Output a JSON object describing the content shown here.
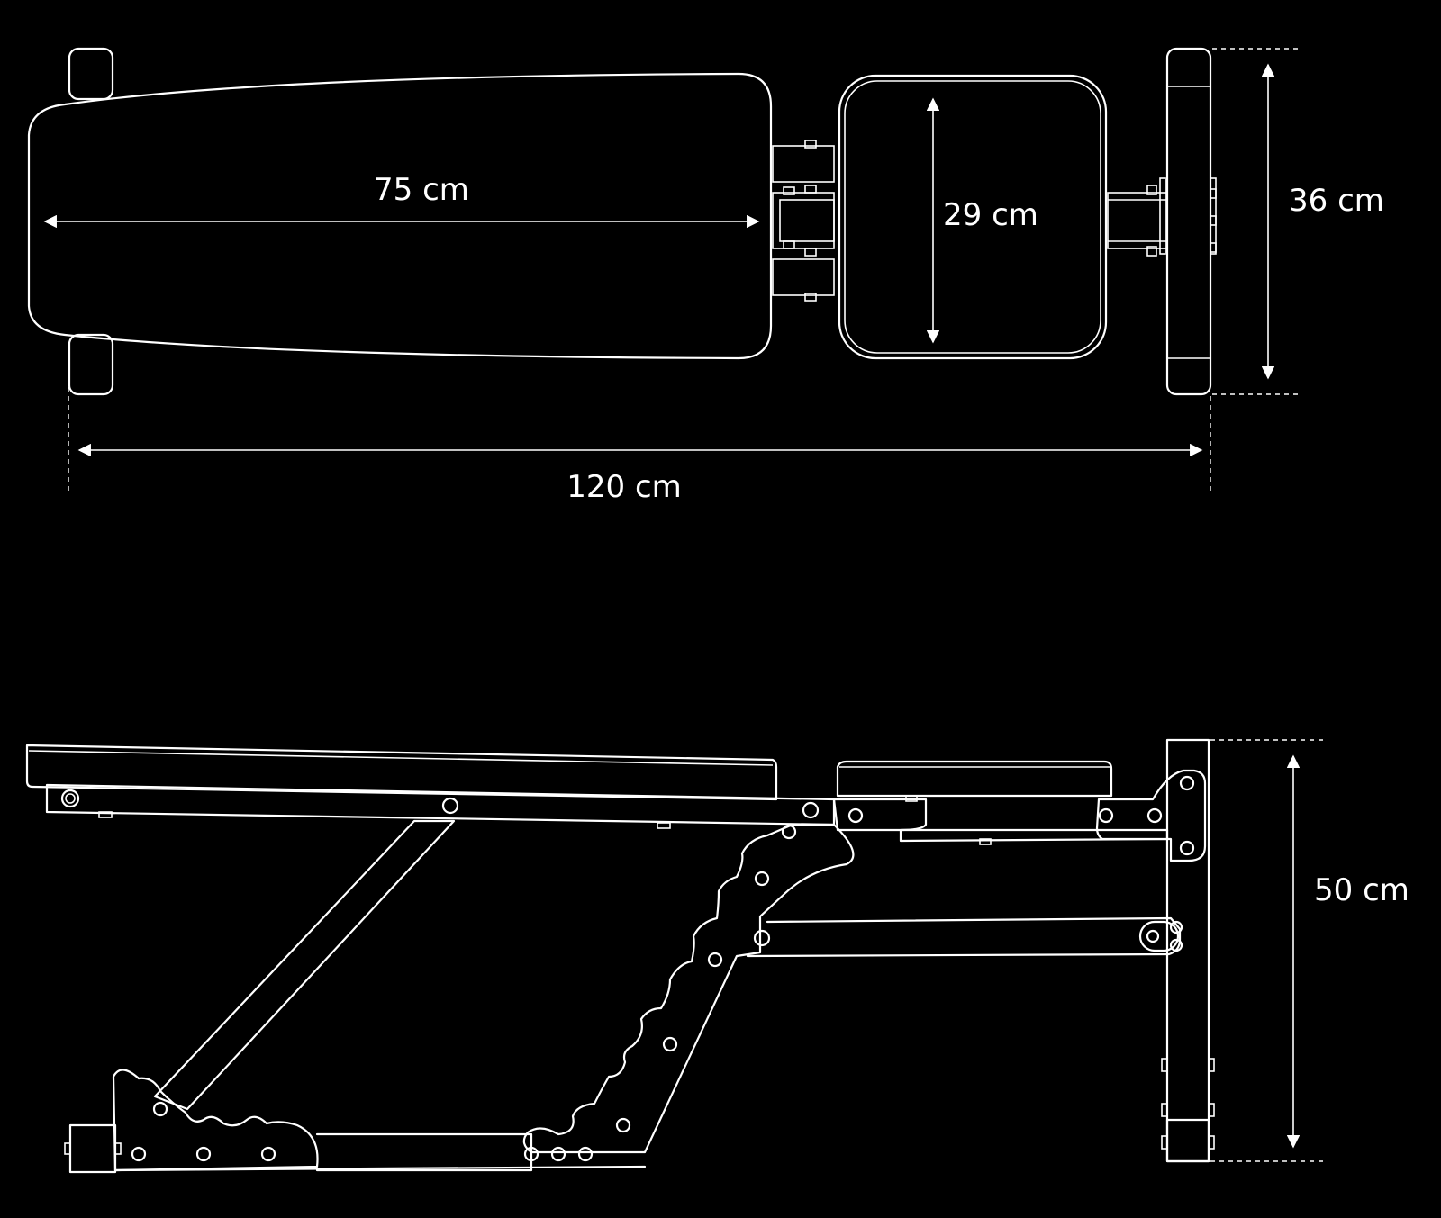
{
  "diagram": {
    "colors": {
      "background": "#000000",
      "stroke": "#ffffff"
    },
    "top_view": {
      "labels": {
        "backrest_length": "75 cm",
        "seat_depth": "29 cm",
        "width": "36 cm",
        "total_length": "120 cm"
      }
    },
    "side_view": {
      "labels": {
        "height": "50 cm"
      }
    }
  }
}
